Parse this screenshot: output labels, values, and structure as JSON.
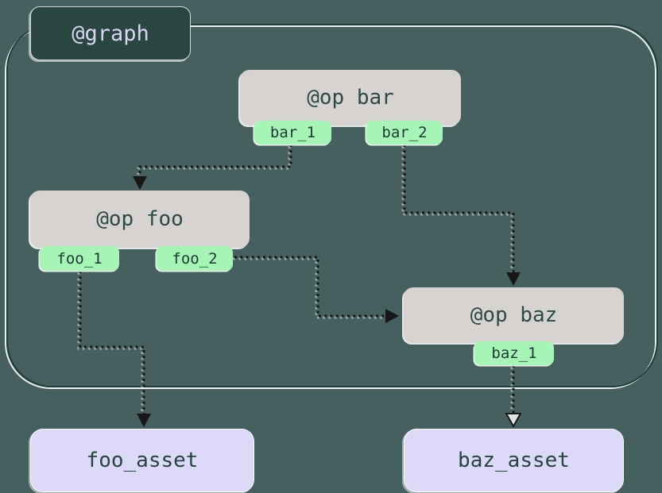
{
  "diagram": {
    "graph": {
      "label": "@graph"
    },
    "ops": {
      "bar": {
        "label": "@op bar",
        "outputs": [
          "bar_1",
          "bar_2"
        ]
      },
      "foo": {
        "label": "@op foo",
        "outputs": [
          "foo_1",
          "foo_2"
        ]
      },
      "baz": {
        "label": "@op baz",
        "outputs": [
          "baz_1"
        ]
      }
    },
    "assets": [
      {
        "label": "foo_asset"
      },
      {
        "label": "baz_asset"
      }
    ],
    "edges": [
      {
        "from": "bar.bar_1",
        "to": "foo",
        "style": "dotted-arrow"
      },
      {
        "from": "bar.bar_2",
        "to": "baz",
        "style": "dotted-arrow"
      },
      {
        "from": "foo.foo_2",
        "to": "baz",
        "style": "dotted-arrow"
      },
      {
        "from": "foo.foo_1",
        "to": "foo_asset",
        "style": "dotted-arrow"
      },
      {
        "from": "baz.baz_1",
        "to": "baz_asset",
        "style": "dotted-arrow"
      }
    ]
  },
  "colors": {
    "bg": "#466060",
    "boundary": "#1d3f3c",
    "boundary_highlight": "#ffffff",
    "node_fill": "#d6d3d1",
    "node_text": "#2d4a46",
    "tab_fill": "#a7f4b7",
    "tab_text": "#1e3a36",
    "asset_fill": "#ddd9f8",
    "asset_text": "#24463f",
    "graph_fill": "#2a4640",
    "graph_text": "#d9d5f2",
    "edge": "#171717"
  }
}
